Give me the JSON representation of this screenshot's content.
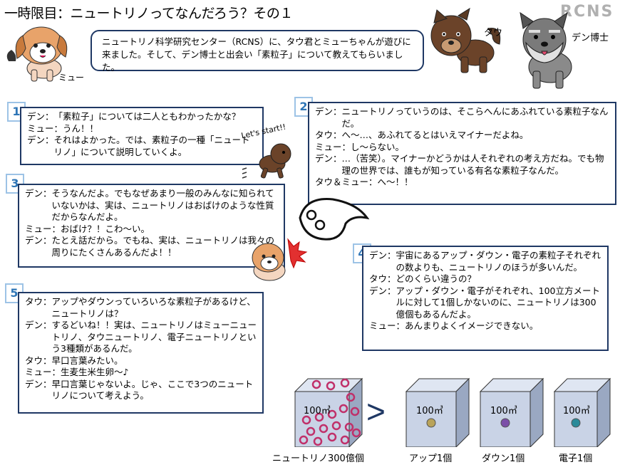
{
  "title": "一時限目：ニュートリノってなんだろう？その１",
  "logo": "RCNS",
  "intro": "ニュートリノ科学研究センター（RCNS）に、タウ君とミューちゃんが遊びに来ました。そして、デン博士と出会い「素粒子」について教えてもらいました。",
  "characters": {
    "mu": "ミュー",
    "tau": "タウ",
    "den": "デン博士"
  },
  "lets_start": "Let's start!!",
  "panels": [
    {
      "num": "1",
      "lines": [
        {
          "speaker": "デン：",
          "text": "「素粒子」については二人ともわかったかな？"
        },
        {
          "speaker": "ミュー：",
          "text": "うん！！"
        },
        {
          "speaker": "デン：",
          "text": "それはよかった。では、素粒子の一種「ニュートリノ」について説明していくよ。"
        }
      ]
    },
    {
      "num": "2",
      "lines": [
        {
          "speaker": "デン：",
          "text": "ニュートリノっていうのは、そこらへんにあふれている素粒子なんだ。"
        },
        {
          "speaker": "タウ：",
          "text": "へ～…、あふれてるとはいえマイナーだよね。"
        },
        {
          "speaker": "ミュー：",
          "text": "し～らない。"
        },
        {
          "speaker": "デン：",
          "text": "…（苦笑）。マイナーかどうかは人それぞれの考え方だね。でも物理の世界では、誰もが知っている有名な素粒子なんだ。"
        },
        {
          "speaker": "タウ＆ミュー：",
          "text": "へ～！！"
        }
      ]
    },
    {
      "num": "3",
      "lines": [
        {
          "speaker": "デン：",
          "text": "そうなんだよ。でもなぜあまり一般のみんなに知られていないかは、実は、ニュートリノはおばけのような性質だからなんだよ。"
        },
        {
          "speaker": "ミュー：",
          "text": "おばけ？！こわ～い。"
        },
        {
          "speaker": "デン：",
          "text": "たとえ話だから。でもね、実は、ニュートリノは我々の周りにたくさんあるんだよ！！"
        }
      ]
    },
    {
      "num": "4",
      "lines": [
        {
          "speaker": "デン：",
          "text": "宇宙にあるアップ・ダウン・電子の素粒子それぞれの数よりも、ニュートリノのほうが多いんだ。"
        },
        {
          "speaker": "タウ：",
          "text": "どのくらい違うの？"
        },
        {
          "speaker": "デン：",
          "text": "アップ・ダウン・電子がそれぞれ、100立方メートルに対して1個しかないのに、ニュートリノは300億個もあるんだよ。"
        },
        {
          "speaker": "ミュー：",
          "text": "あんまりよくイメージできない。"
        }
      ]
    },
    {
      "num": "5",
      "lines": [
        {
          "speaker": "タウ：",
          "text": "アップやダウンっていろいろな素粒子があるけど、ニュートリノは？"
        },
        {
          "speaker": "デン：",
          "text": "するどいね！！実は、ニュートリノはミューニュートリノ、タウニュートリノ、電子ニュートリノという3種類があるんだ。"
        },
        {
          "speaker": "タウ：",
          "text": "早口言葉みたい。"
        },
        {
          "speaker": "ミュー：",
          "text": "生麦生米生卵～♪"
        },
        {
          "speaker": "デン：",
          "text": "早口言葉じゃないよ。じゃ、ここで3つのニュートリノについて考えよう。"
        }
      ]
    }
  ],
  "cubes": [
    {
      "volume": "100㎥",
      "label": "ニュートリノ300億個",
      "color": "#c0306a"
    },
    {
      "volume": "100㎥",
      "label": "アップ1個",
      "color": "#b9a35a"
    },
    {
      "volume": "100㎥",
      "label": "ダウン1個",
      "color": "#7b4fa8"
    },
    {
      "volume": "100㎥",
      "label": "電子1個",
      "color": "#2a8a99"
    }
  ],
  "comparison_symbol": ">"
}
